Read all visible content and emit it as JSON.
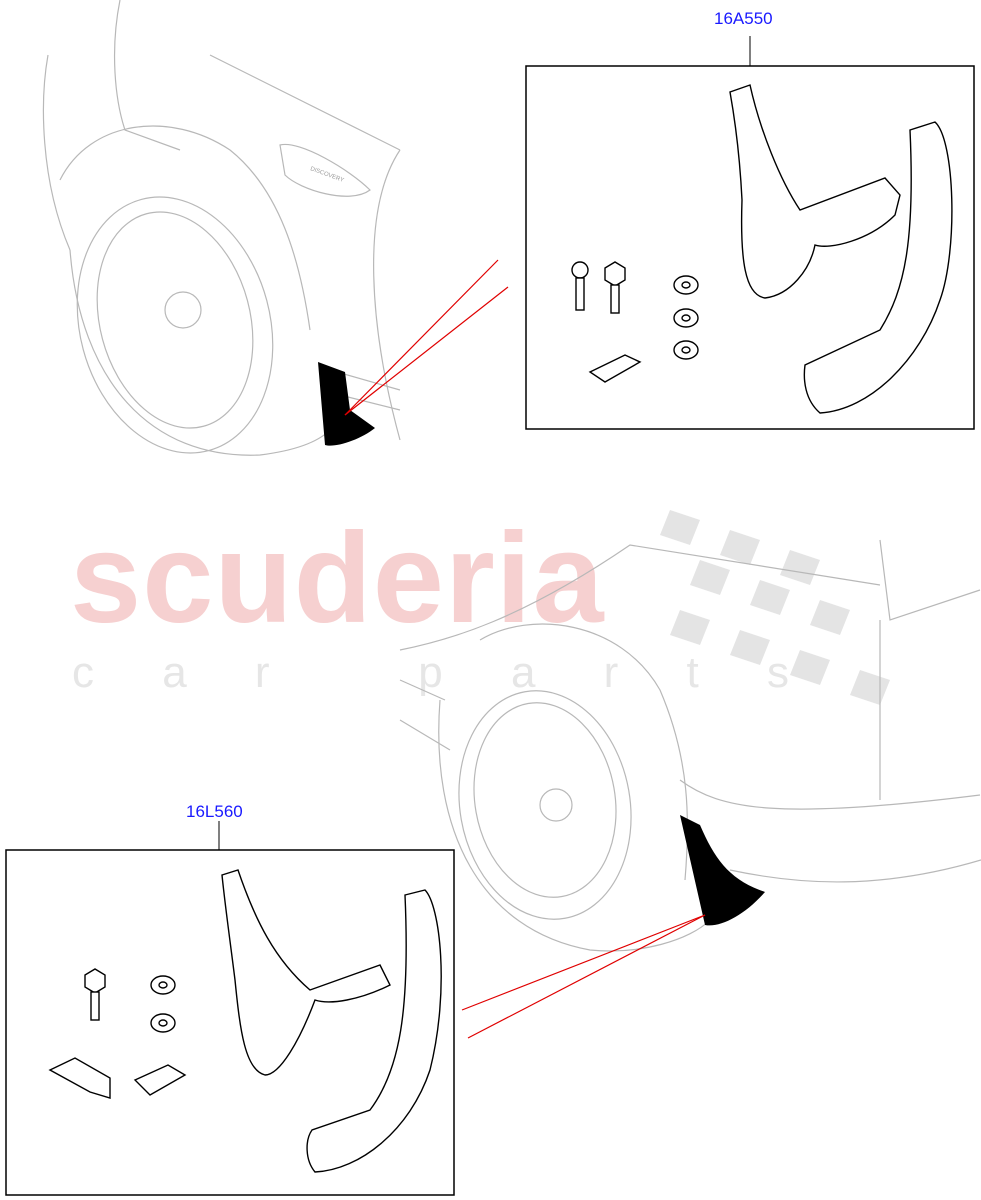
{
  "callouts": [
    {
      "label": "16A550"
    },
    {
      "label": "16L560"
    }
  ],
  "vehicle_badge": "DISCOVERY",
  "watermark": {
    "title": "scuderia",
    "subtitle": "c a r   p a r t s"
  },
  "colors": {
    "callout": "#1a1aff",
    "leader": "#e00000",
    "watermark": "#f4c6c6",
    "outline": "#000000",
    "vehicle": "#b8b8b8"
  }
}
